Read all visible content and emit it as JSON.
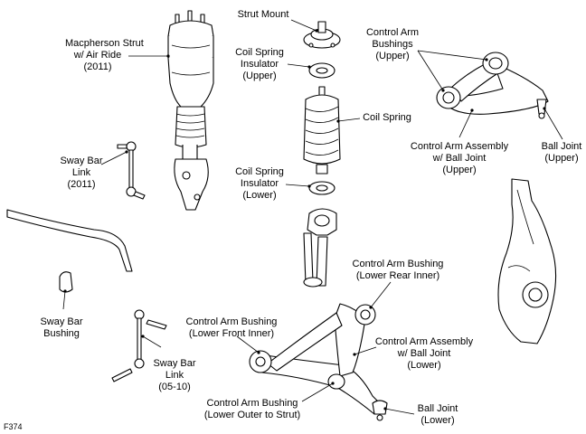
{
  "labels": {
    "strut": [
      "Macpherson Strut",
      "w/ Air Ride",
      "(2011)"
    ],
    "strut_mount": [
      "Strut Mount"
    ],
    "coil_upper": [
      "Coil Spring",
      "Insulator",
      "(Upper)"
    ],
    "coil_spring": [
      "Coil Spring"
    ],
    "coil_lower": [
      "Coil Spring",
      "Insulator",
      "(Lower)"
    ],
    "ca_bushings_upper": [
      "Control Arm",
      "Bushings",
      "(Upper)"
    ],
    "ca_assembly_upper": [
      "Control Arm Assembly",
      "w/ Ball Joint",
      "(Upper)"
    ],
    "ball_joint_upper": [
      "Ball Joint",
      "(Upper)"
    ],
    "sway_link_2011": [
      "Sway Bar",
      "Link",
      "(2011)"
    ],
    "sway_bushing": [
      "Sway Bar",
      "Bushing"
    ],
    "sway_link_0510": [
      "Sway Bar",
      "Link",
      "(05-10)"
    ],
    "ca_bushing_lower_rear": [
      "Control Arm Bushing",
      "(Lower Rear Inner)"
    ],
    "ca_bushing_lower_front": [
      "Control Arm Bushing",
      "(Lower Front Inner)"
    ],
    "ca_assembly_lower": [
      "Control Arm Assembly",
      "w/ Ball Joint",
      "(Lower)"
    ],
    "ca_bushing_lower_outer": [
      "Control Arm Bushing",
      "(Lower Outer to Strut)"
    ],
    "ball_joint_lower": [
      "Ball Joint",
      "(Lower)"
    ]
  },
  "figure_id": "F374"
}
